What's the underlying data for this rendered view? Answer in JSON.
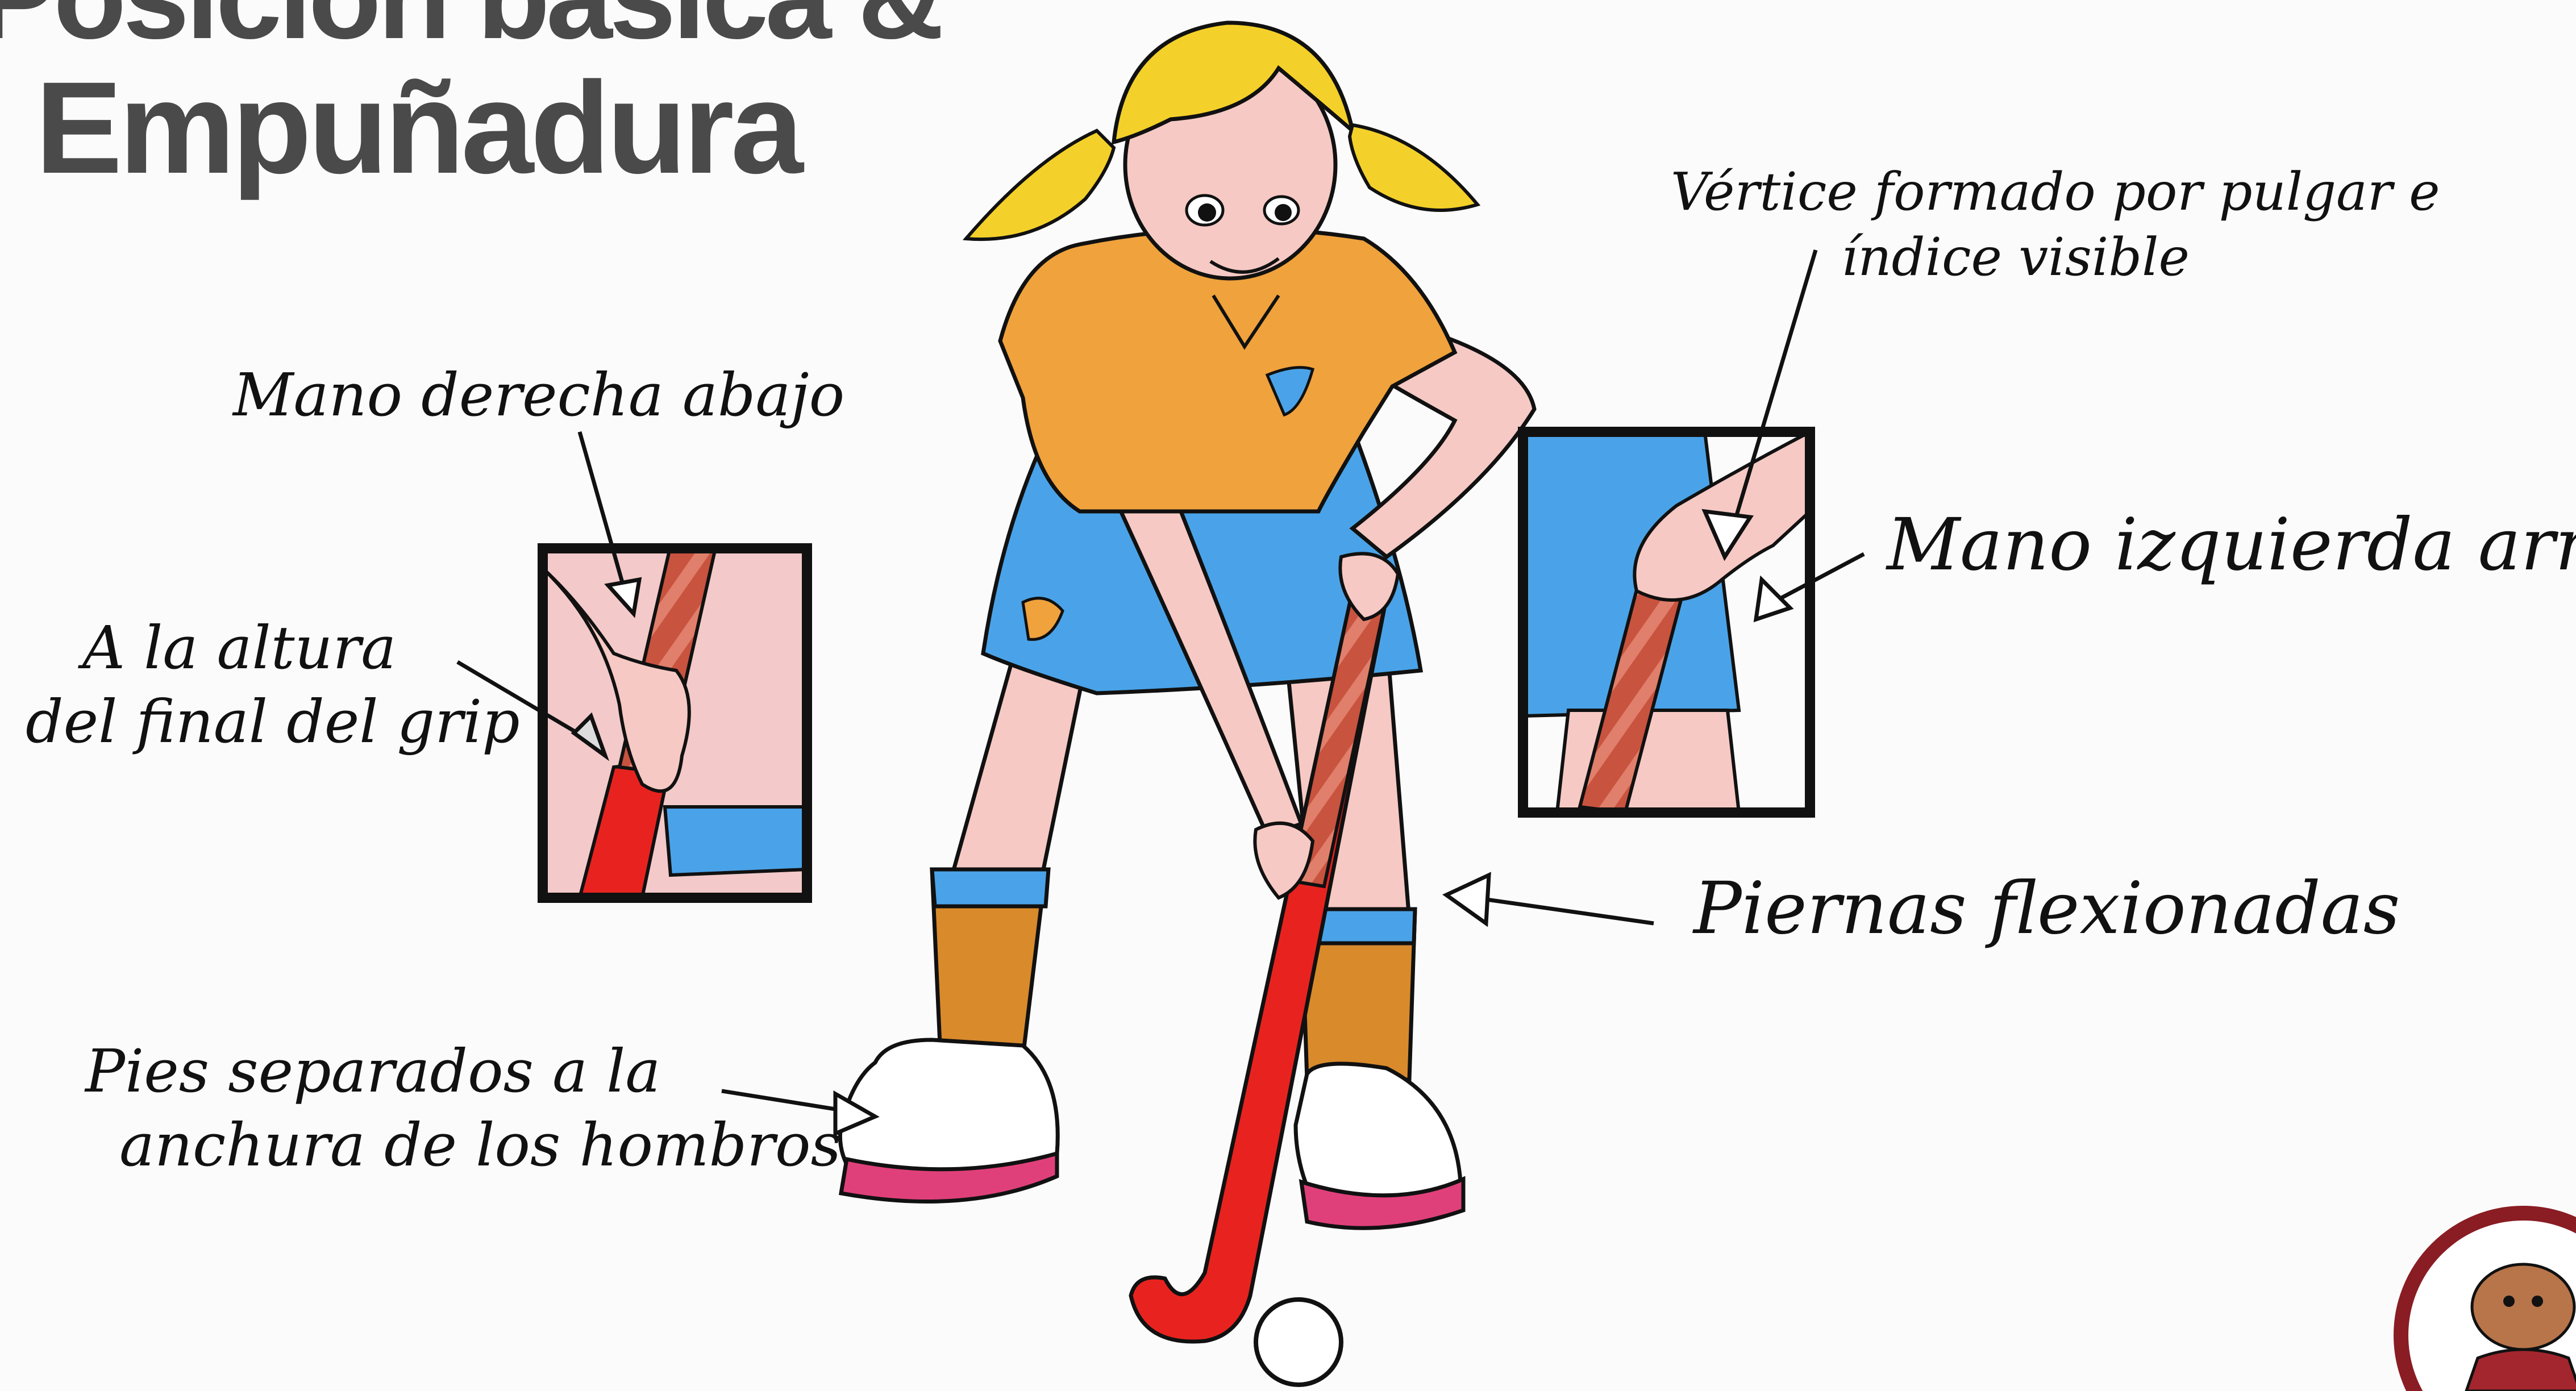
{
  "title": {
    "line1": "Posición básica &",
    "line2": "Empuñadura"
  },
  "annotations": {
    "right_hand": "Mano derecha abajo",
    "grip_height": {
      "line1": "A la altura",
      "line2": "del final del grip"
    },
    "feet": {
      "line1": "Pies separados a la",
      "line2": "anchura de los hombros"
    },
    "vertex": {
      "line1": "Vértice formado por pulgar e",
      "line2": "índice visible"
    },
    "left_hand": "Mano izquierda arriba",
    "legs": "Piernas flexionadas"
  },
  "colors": {
    "hair": "#f4d12a",
    "shirt": "#f0a23c",
    "skirt": "#4aa3e8",
    "skin": "#f6c9c4",
    "stick": "#e8231f",
    "sock": "#d98a2b",
    "shoe_accent": "#e0407a"
  }
}
